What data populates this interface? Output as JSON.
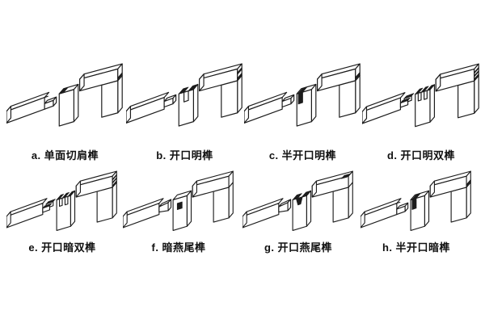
{
  "diagram": {
    "description_visible_text_only": "",
    "colors": {
      "ink": "#1c1c1c",
      "paper": "#ffffff"
    }
  },
  "figures": [
    {
      "letter": "a.",
      "name": "单面切肩榫"
    },
    {
      "letter": "b.",
      "name": "开口明榫"
    },
    {
      "letter": "c.",
      "name": "半开口明榫"
    },
    {
      "letter": "d.",
      "name": "开口明双榫"
    },
    {
      "letter": "e.",
      "name": "开口暗双榫"
    },
    {
      "letter": "f.",
      "name": "暗燕尾榫"
    },
    {
      "letter": "g.",
      "name": "开口燕尾榫"
    },
    {
      "letter": "h.",
      "name": "半开口暗榫"
    }
  ]
}
